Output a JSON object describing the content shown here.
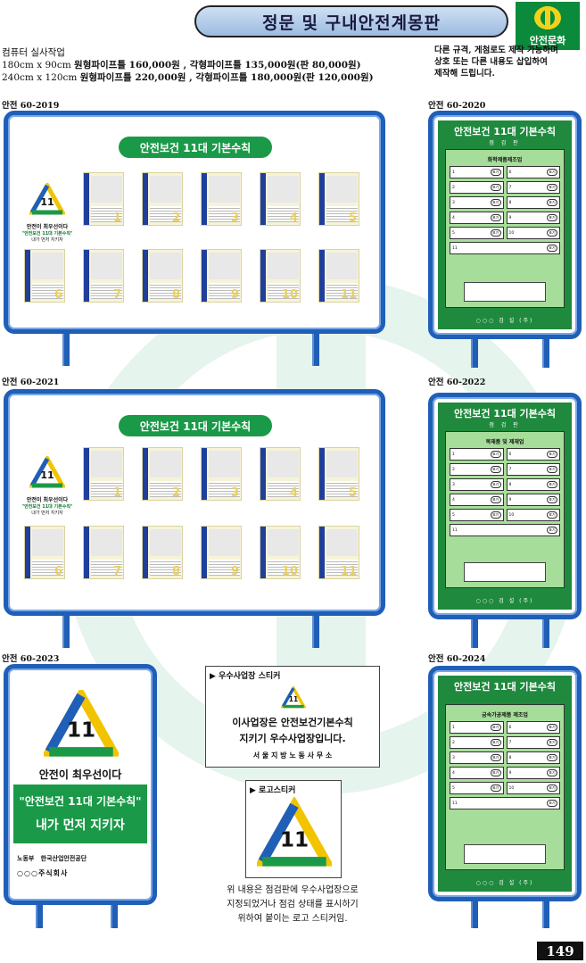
{
  "header": {
    "title": "정문 및 구내안전계몽판",
    "brand_label": "안전문화"
  },
  "pricing": {
    "heading": "컴퓨터 실사작업",
    "rows": [
      {
        "size": "180cm x 90cm",
        "text": "원형파이프틀 160,000원 , 각형파이프틀 135,000원(판 80,000원)"
      },
      {
        "size": "240cm x 120cm",
        "text": "원형파이프틀 220,000원 , 각형파이프틀 180,000원(판 120,000원)"
      }
    ],
    "note": [
      "다른 규격, 게첨로도 제작 가능하며",
      "상호 또는 다른 내용도 삽입하여",
      "제작해 드립니다."
    ]
  },
  "models": {
    "m2019": "안전 60-2019",
    "m2020": "안전 60-2020",
    "m2021": "안전 60-2021",
    "m2022": "안전 60-2022",
    "m2023": "안전 60-2023",
    "m2024": "안전 60-2024"
  },
  "boards": {
    "wide_title": "안전보건 11대 기본수칙",
    "logo_num": "11",
    "logo_t1": "안전이 최우선이다",
    "logo_t2": "\"안전보건 11대 기본수칙\"",
    "logo_t3": "내가 먼저 지키자",
    "green_title": "안전보건 11대 기본수칙",
    "green_sub": "점 검 판",
    "section_2020": "화학제품제조업",
    "section_2022": "목재품 및 제재업",
    "section_2024": "금속가공제품 제조업",
    "green_footer": "○○○ 검 설 (주)",
    "tall_t1": "안전이 최우선이다",
    "tall_t2": "\"안전보건 11대 기본수칙\"",
    "tall_t3": "내가 먼저 지키자",
    "tall_org1": "노동부",
    "tall_org2": "한국산업안전공단",
    "tall_company": "○○○주식회사"
  },
  "stickers": {
    "excellent_header": "▶ 우수사업장 스티커",
    "excellent_line1": "이사업장은 안전보건기본수칙",
    "excellent_line2": "지키기 우수사업장입니다.",
    "excellent_line3": "서 울 지 방 노 동 사 무 소",
    "logo_header": "▶ 로고스티커",
    "caption": [
      "위 내용은 점검판에 우수사업장으로",
      "지정되었거나 점검 상태를 표시하기",
      "위하여 붙이는 로고 스티커임."
    ]
  },
  "page_number": "149"
}
